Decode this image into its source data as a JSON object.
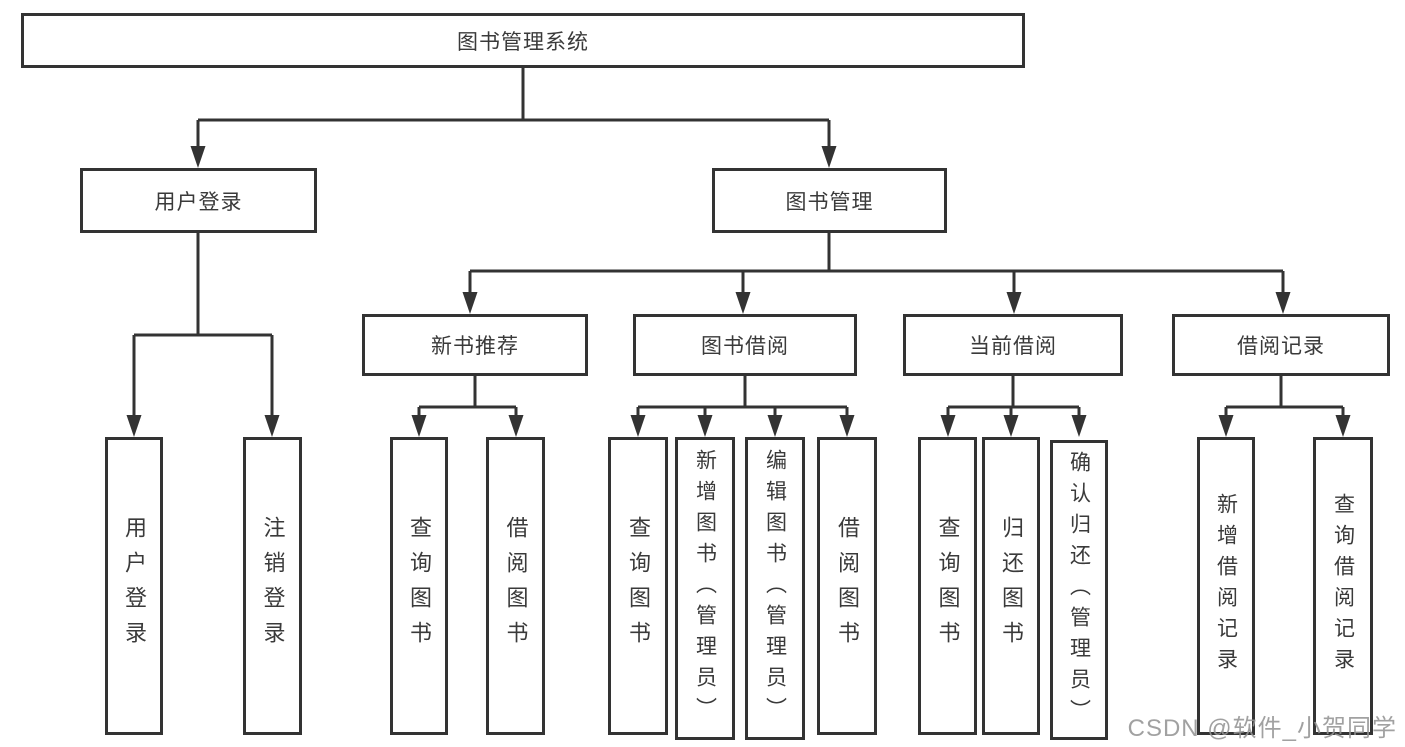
{
  "diagram": {
    "title": "图书管理系统",
    "tree": {
      "root": {
        "label": "图书管理系统",
        "children": [
          {
            "label": "用户登录",
            "children": [
              {
                "label": "用户登录"
              },
              {
                "label": "注销登录"
              }
            ]
          },
          {
            "label": "图书管理",
            "children": [
              {
                "label": "新书推荐",
                "children": [
                  {
                    "label": "查询图书"
                  },
                  {
                    "label": "借阅图书"
                  }
                ]
              },
              {
                "label": "图书借阅",
                "children": [
                  {
                    "label": "查询图书"
                  },
                  {
                    "label": "新增图书（管理员）"
                  },
                  {
                    "label": "编辑图书（管理员）"
                  },
                  {
                    "label": "借阅图书"
                  }
                ]
              },
              {
                "label": "当前借阅",
                "children": [
                  {
                    "label": "查询图书"
                  },
                  {
                    "label": "归还图书"
                  },
                  {
                    "label": "确认归还（管理员）"
                  }
                ]
              },
              {
                "label": "借阅记录",
                "children": [
                  {
                    "label": "新增借阅记录"
                  },
                  {
                    "label": "查询借阅记录"
                  }
                ]
              }
            ]
          }
        ]
      }
    }
  },
  "watermark": "CSDN @软件_小贺同学",
  "colors": {
    "line": "#333333",
    "box_border": "#333333",
    "text": "#3a3a3a",
    "watermark": "#949494",
    "background": "#ffffff"
  }
}
